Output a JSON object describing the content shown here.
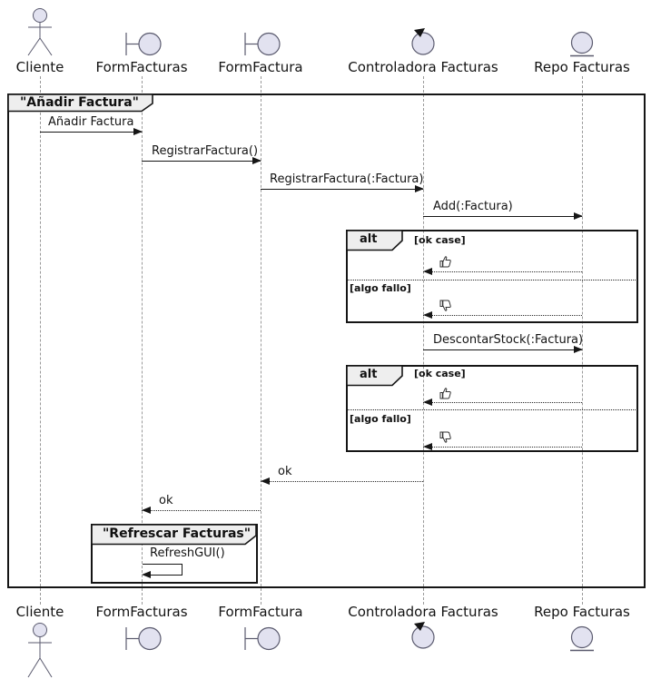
{
  "diagram": {
    "type": "uml-sequence",
    "main_frame_title": "\"Añadir Factura\"",
    "inner_frame_title": "\"Refrescar Facturas\""
  },
  "participants": [
    {
      "label": "Cliente",
      "icon": "actor-icon"
    },
    {
      "label": "FormFacturas",
      "icon": "boundary-icon"
    },
    {
      "label": "FormFactura",
      "icon": "boundary-icon"
    },
    {
      "label": "Controladora Facturas",
      "icon": "control-icon"
    },
    {
      "label": "Repo Facturas",
      "icon": "entity-icon"
    }
  ],
  "messages": [
    {
      "label": "Añadir Factura",
      "from": "Cliente",
      "to": "FormFacturas",
      "line": "solid"
    },
    {
      "label": "RegistrarFactura()",
      "from": "FormFacturas",
      "to": "FormFactura",
      "line": "solid"
    },
    {
      "label": "RegistrarFactura(:Factura)",
      "from": "FormFactura",
      "to": "Controladora Facturas",
      "line": "solid"
    },
    {
      "label": "Add(:Factura)",
      "from": "Controladora Facturas",
      "to": "Repo Facturas",
      "line": "solid"
    },
    {
      "icon": "thumbs-up-icon",
      "from": "Repo Facturas",
      "to": "Controladora Facturas",
      "line": "dashed"
    },
    {
      "icon": "thumbs-down-icon",
      "from": "Repo Facturas",
      "to": "Controladora Facturas",
      "line": "dashed"
    },
    {
      "label": "DescontarStock(:Factura)",
      "from": "Controladora Facturas",
      "to": "Repo Facturas",
      "line": "solid"
    },
    {
      "icon": "thumbs-up-icon",
      "from": "Repo Facturas",
      "to": "Controladora Facturas",
      "line": "dashed"
    },
    {
      "icon": "thumbs-down-icon",
      "from": "Repo Facturas",
      "to": "Controladora Facturas",
      "line": "dashed"
    },
    {
      "label": "ok",
      "from": "Controladora Facturas",
      "to": "FormFactura",
      "line": "dashed"
    },
    {
      "label": "ok",
      "from": "FormFactura",
      "to": "FormFacturas",
      "line": "dashed"
    },
    {
      "label": "RefreshGUI()",
      "from": "FormFacturas",
      "to": "FormFacturas",
      "line": "self"
    }
  ],
  "fragments": [
    {
      "operator": "alt",
      "guard_ok": "[ok case]",
      "guard_fail": "[algo fallo]"
    },
    {
      "operator": "alt",
      "guard_ok": "[ok case]",
      "guard_fail": "[algo fallo]"
    }
  ],
  "colors": {
    "participant_fill": "#E2E2F0",
    "tab_fill": "#EEEEEE",
    "line": "#161616",
    "lifeline": "#9A9A9A"
  }
}
